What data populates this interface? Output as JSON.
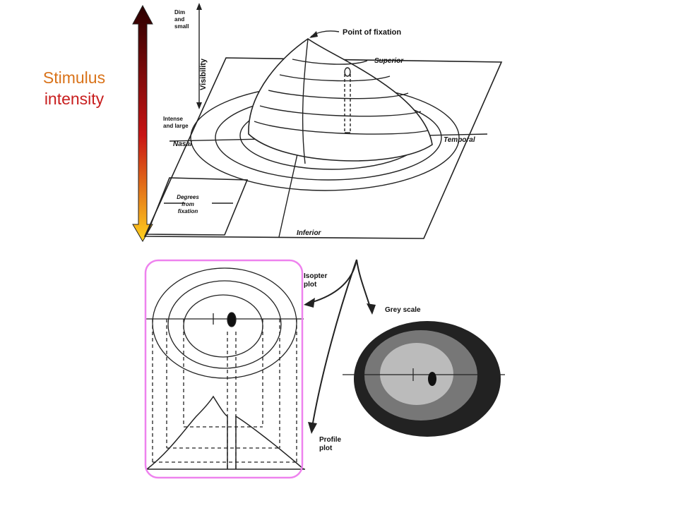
{
  "stimulus_label": {
    "line1": "Stimulus",
    "line2": "intensity",
    "line1_color": "#d9731a",
    "line2_color": "#c81e1e"
  },
  "arrow_gradient": {
    "top": "#2a0000",
    "middle": "#c81414",
    "bottom": "#ffd21e"
  },
  "hill": {
    "point_of_fixation": "Point of fixation",
    "superior": "Superior",
    "inferior": "Inferior",
    "nasal": "Nasal",
    "temporal": "Temporal",
    "visibility": "Visibility",
    "dim_small": [
      "Dim",
      "and",
      "small"
    ],
    "intense_large": [
      "Intense",
      "and large"
    ],
    "degrees_from_fixation": [
      "Degrees",
      "from",
      "fixation"
    ]
  },
  "plots": {
    "isopter": [
      "Isopter",
      "plot"
    ],
    "grey_scale": "Grey scale",
    "profile": [
      "Profile",
      "plot"
    ]
  },
  "highlight_color": "#ee82ee"
}
